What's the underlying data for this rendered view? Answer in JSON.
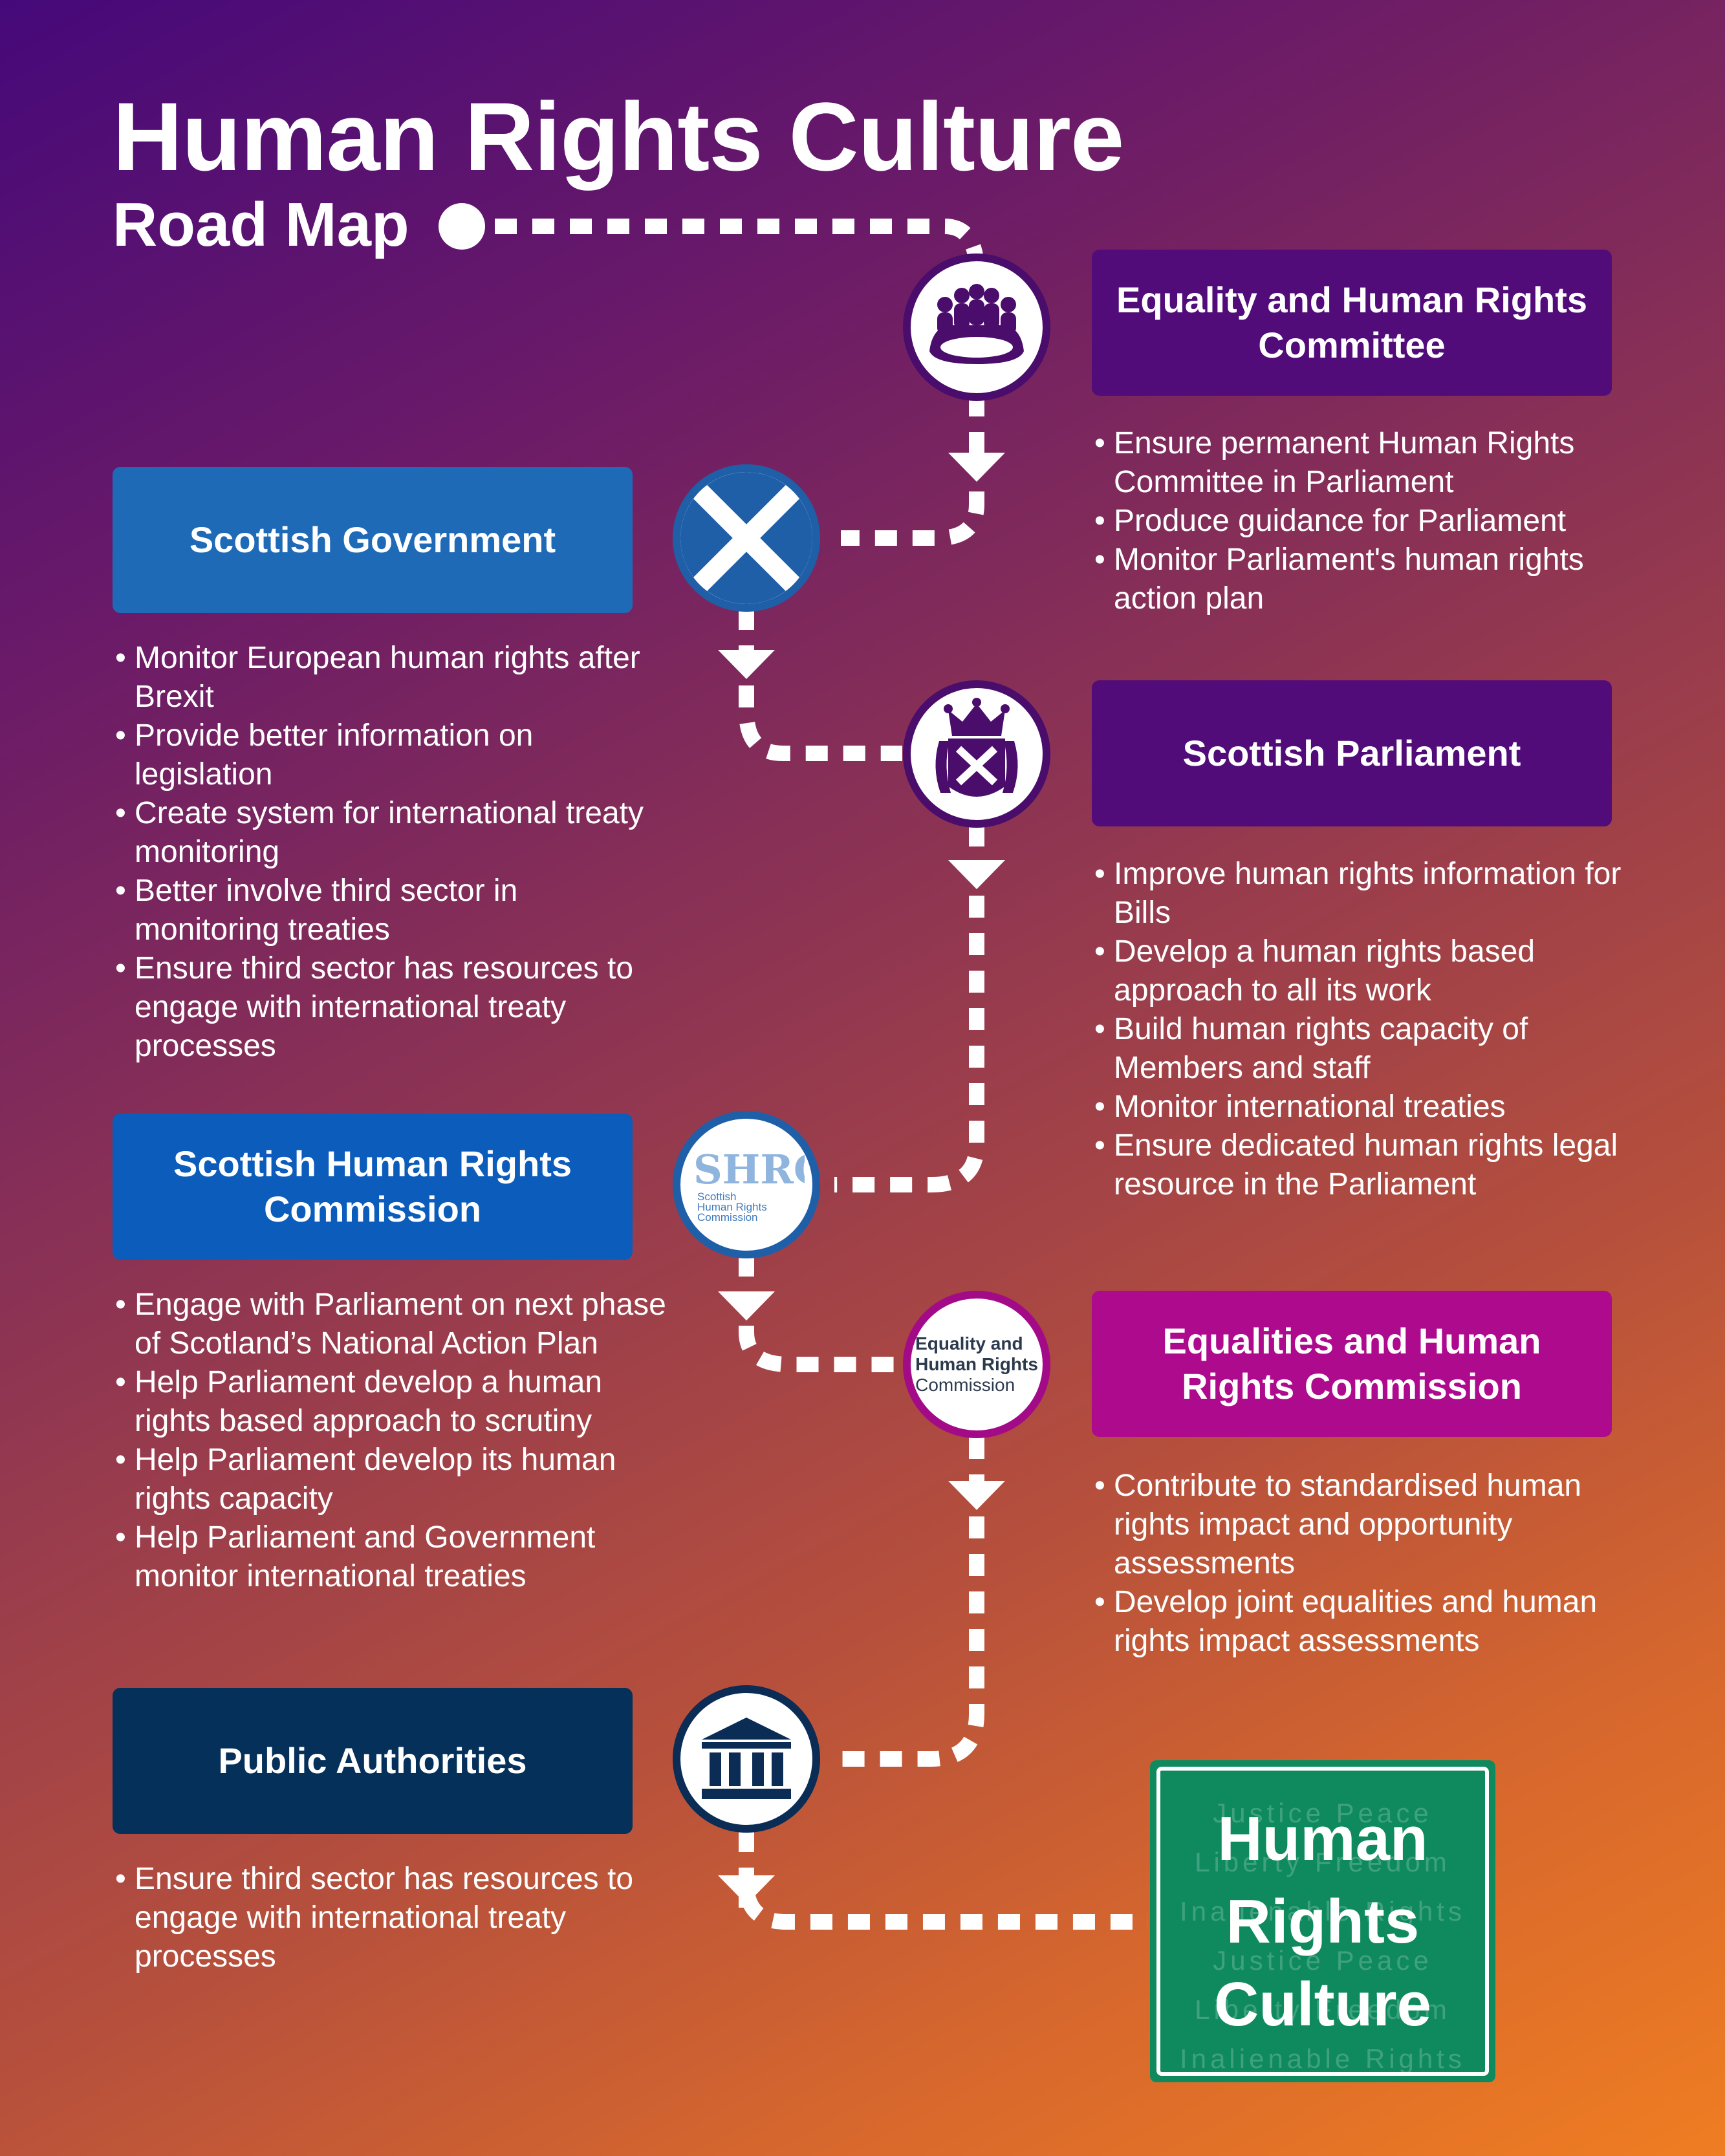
{
  "header": {
    "title": "Human Rights Culture",
    "subtitle": "Road Map"
  },
  "stages": {
    "equality_committee": {
      "title": "Equality and Human Rights Committee",
      "items": [
        "Ensure permanent Human Rights Committee in Parliament",
        "Produce guidance for Parliament",
        "Monitor Parliament's human rights action plan"
      ]
    },
    "scottish_government": {
      "title": "Scottish Government",
      "items": [
        "Monitor European human rights after Brexit",
        "Provide better information on legislation",
        "Create system for international treaty monitoring",
        "Better involve third sector in monitoring treaties",
        "Ensure third sector has resources to engage with international treaty processes"
      ]
    },
    "scottish_parliament": {
      "title": "Scottish Parliament",
      "items": [
        "Improve human rights information for Bills",
        "Develop a human rights based approach to all its work",
        "Build human rights capacity of Members and staff",
        "Monitor international treaties",
        "Ensure dedicated human rights legal resource in the Parliament"
      ]
    },
    "shrc": {
      "title": "Scottish Human Rights Commission",
      "items": [
        "Engage with Parliament on next phase of Scotland’s National Action Plan",
        "Help Parliament develop a human rights based approach to scrutiny",
        "Help Parliament develop its human rights capacity",
        "Help Parliament and Government monitor international treaties"
      ]
    },
    "ehrc": {
      "title": "Equalities and Human Rights Commission",
      "items": [
        "Contribute to standardised human rights impact and opportunity assessments",
        "Develop joint equalities and human rights impact assessments"
      ]
    },
    "public_authorities": {
      "title": "Public Authorities",
      "items": [
        "Ensure third sector has resources to engage with international treaty processes"
      ]
    }
  },
  "logos": {
    "shrc": {
      "initials": "SHRC",
      "name_line1": "Scottish",
      "name_line2": "Human Rights",
      "name_line3": "Commission"
    },
    "ehrc": {
      "line1": "Equality and",
      "line2": "Human Rights",
      "line3": "Commission"
    }
  },
  "icons": {
    "equality_committee": "committee-table-icon",
    "scottish_government": "saltire-flag-icon",
    "scottish_parliament": "parliament-crest-icon",
    "shrc": "shrc-logo",
    "ehrc": "ehrc-logo",
    "public_authorities": "public-building-icon"
  },
  "destination_sign": {
    "title_lines": [
      "Human",
      "Rights",
      "Culture"
    ],
    "background_words": [
      "Justice Peace",
      "Liberty Freedom",
      "Inalienable Rights",
      "Justice Peace",
      "Liberty Freedom",
      "Inalienable Rights"
    ]
  },
  "colors": {
    "gradient_start": "#46097a",
    "gradient_end": "#ef7d22",
    "purple_box": "#510c79",
    "blue_box": "#1f6ab7",
    "magenta_box": "#ad0a8e",
    "navy_box": "#04305a",
    "sign_green": "#0f8a5f"
  }
}
